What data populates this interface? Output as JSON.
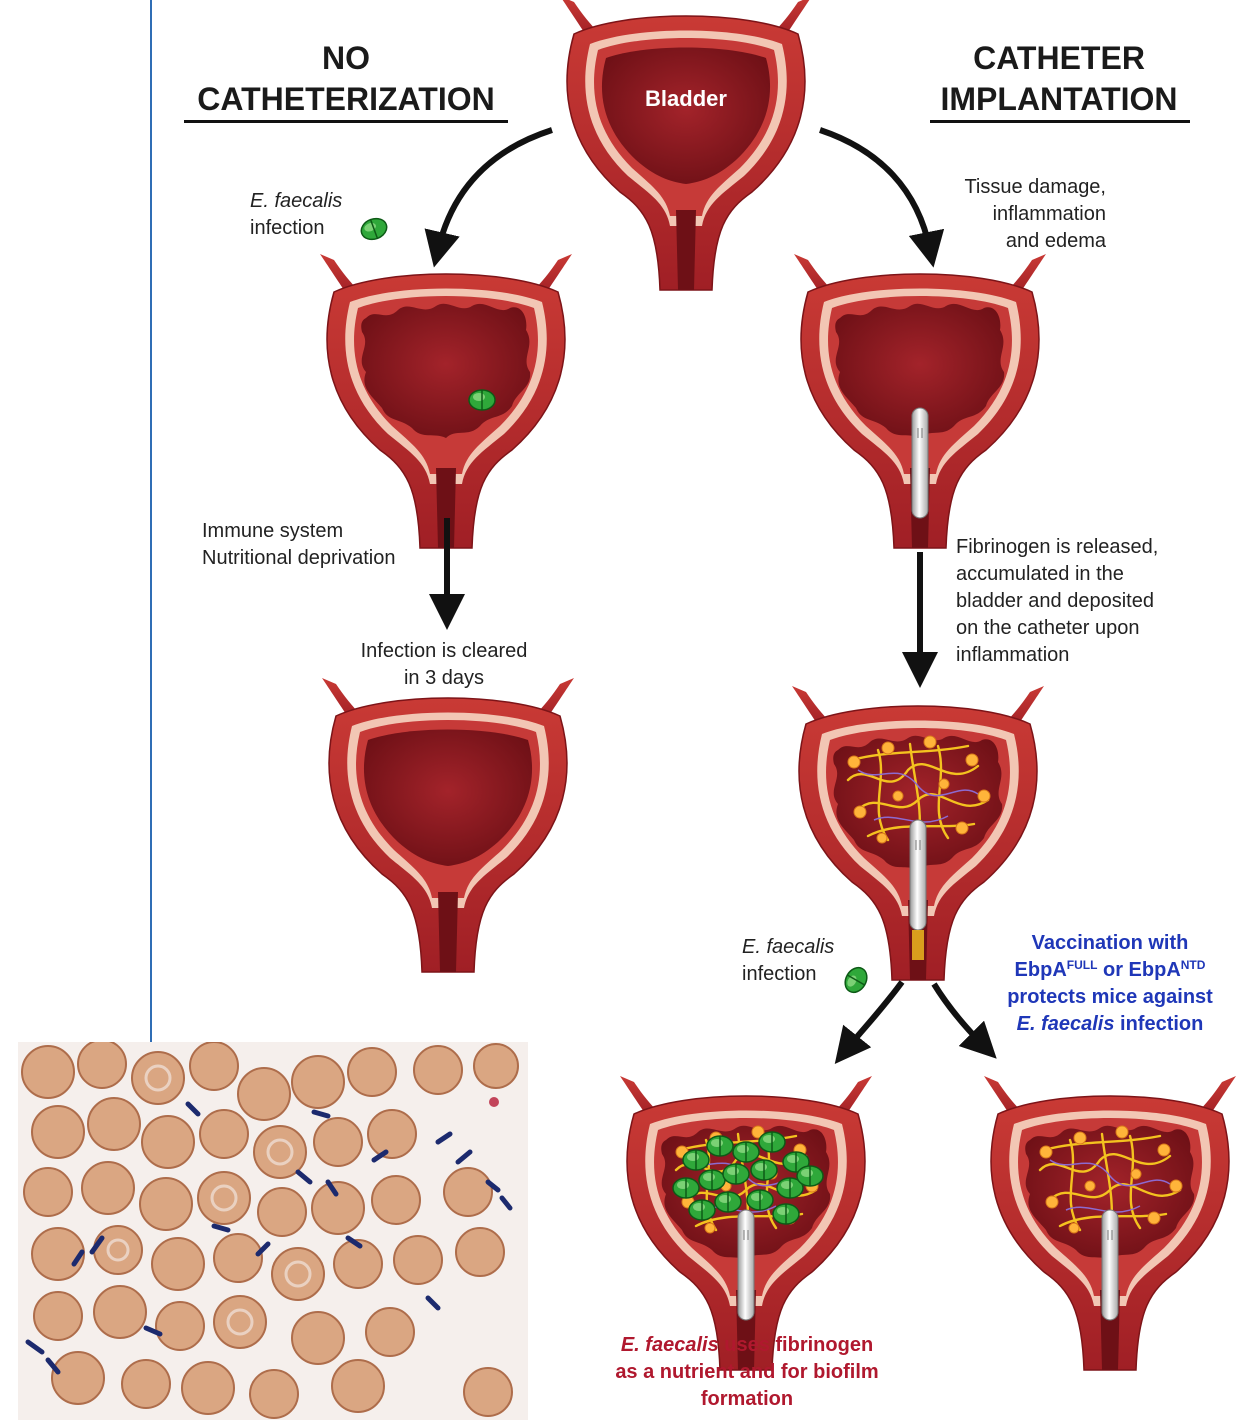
{
  "headers": {
    "left_line1": "NO",
    "left_line2": "CATHETERIZATION",
    "right_line1": "CATHETER",
    "right_line2": "IMPLANTATION"
  },
  "bladder_label": "Bladder",
  "left_branch": {
    "infection_species": "E. faecalis",
    "infection_word": "infection",
    "factor_1": "Immune system",
    "factor_2": "Nutritional deprivation",
    "outcome_1": "Infection is cleared",
    "outcome_2": "in 3 days"
  },
  "right_branch": {
    "damage_1": "Tissue damage,",
    "damage_2": "inflammation",
    "damage_3": "and edema",
    "fib_1": "Fibrinogen is released,",
    "fib_2": "accumulated in the",
    "fib_3": "bladder and deposited",
    "fib_4": "on the catheter upon",
    "fib_5": "inflammation",
    "infection_species": "E. faecalis",
    "infection_word": "infection"
  },
  "vaccination": {
    "line1": "Vaccination with",
    "ebpa_1": "EbpA",
    "sup_1": "FULL",
    "or": "or",
    "ebpa_2": "EbpA",
    "sup_2": "NTD",
    "line3": "protects mice against",
    "species": "E. faecalis",
    "line4_rest": "infection"
  },
  "biofilm": {
    "species": "E. faecalis",
    "line1_rest": "uses fibrinogen",
    "line2": "as a nutrient and for biofilm",
    "line3": "formation"
  },
  "colors": {
    "bladder_outer": "#b52a2a",
    "bladder_lining": "#f2c6b4",
    "bladder_lumen": "#8e1a1f",
    "bacteria": "#2fa83a",
    "fibrinogen": "#f4c21f",
    "accent_line": "#2f6db5",
    "vaccine_text": "#1f37b8",
    "biofilm_text": "#b0182e"
  }
}
